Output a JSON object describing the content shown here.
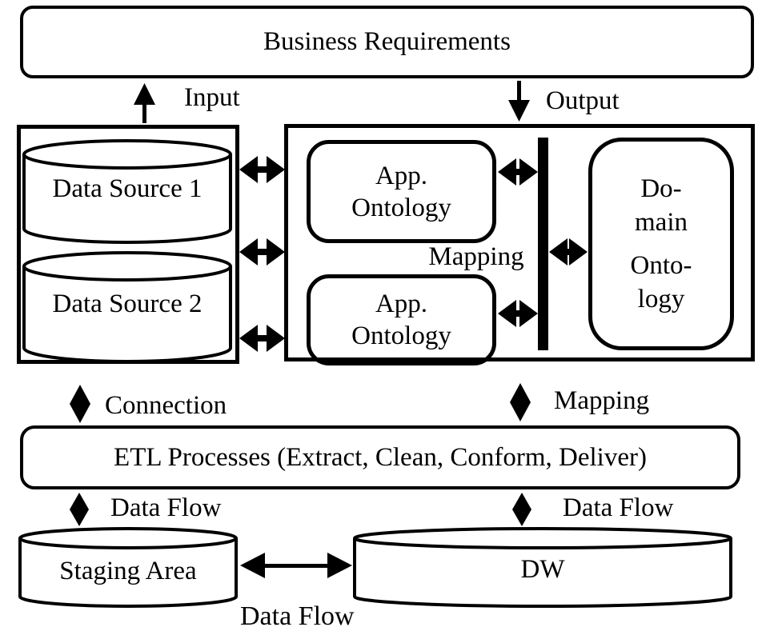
{
  "colors": {
    "ink": "#000000",
    "paper": "#ffffff"
  },
  "business": {
    "label": "Business Requirements"
  },
  "flows": {
    "input": "Input",
    "output": "Output",
    "connection": "Connection",
    "mapping_outer": "Mapping",
    "data_flow_left": "Data Flow",
    "data_flow_right": "Data Flow",
    "data_flow_bottom": "Data Flow"
  },
  "sources": {
    "data_source_1": "Data Source 1",
    "data_source_2": "Data Source 2"
  },
  "ontology": {
    "app_ontology_1": "App.\nOntology",
    "app_ontology_2": "App.\nOntology",
    "mapping_label": "Mapping",
    "domain_word_1": "Do-\nmain",
    "domain_word_2": "Onto-\nlogy"
  },
  "etl": {
    "label": "ETL Processes (Extract, Clean, Conform, Deliver)"
  },
  "warehouse": {
    "staging_area": "Staging Area",
    "dw": "DW"
  }
}
